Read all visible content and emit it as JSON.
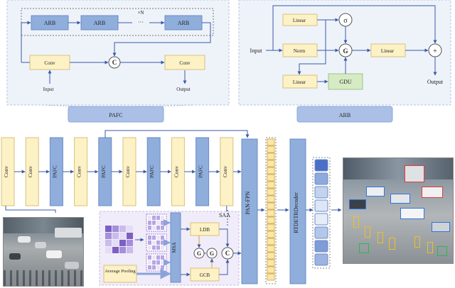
{
  "pafc_panel": {
    "title": "PAFC",
    "arb_chain": [
      "ARB",
      "ARB",
      "ARB"
    ],
    "ellipsis": "···",
    "repeat": "×N",
    "conv_in": "Conv",
    "conv_out": "Conv",
    "concat": "C",
    "input": "Input",
    "output": "Output"
  },
  "arb_panel": {
    "title": "ARB",
    "linear_top": "Linear",
    "sigma": "σ",
    "norm": "Norm",
    "gate": "G",
    "linear_mid": "Linear",
    "plus": "+",
    "linear_bot": "Linear",
    "gdu": "GDU",
    "input": "Input",
    "output": "Output"
  },
  "backbone": {
    "blocks": [
      "Conv",
      "Conv",
      "PAFC",
      "Conv",
      "PAFC",
      "Conv",
      "PAFC",
      "Conv",
      "PAFC",
      "Conv"
    ],
    "neck": "PAN-FPN",
    "decoder": "RTDETRDecoder",
    "saa_label": "SAA",
    "msa": "MSA",
    "ldb": "LDB",
    "gcb": "GCB",
    "gate_a": "G",
    "gate_b": "G",
    "concat": "C",
    "avg_pool": "Average Pooling"
  },
  "colors": {
    "blue_block": "#8faedc",
    "yellow_block": "#fdf1c6",
    "green_block": "#d6ebc4",
    "panel_bg": "#eef3fa",
    "saa_bg": "#f1ecf9",
    "output_token_dark": "#4a6fc8",
    "output_token_light": "#c9d6f0"
  }
}
